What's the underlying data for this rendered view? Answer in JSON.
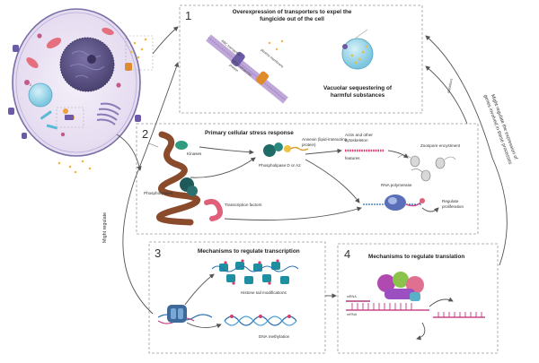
{
  "panels": {
    "p1": {
      "number": "1",
      "title_line1": "Overexpression of transporters to expel the",
      "title_line2": "fungicide out of the cell",
      "abc_transporter": "ABC transporter",
      "mfs_transporter_line1": "MFS transporter",
      "mfs_transporter_line2": "protein",
      "plasma_membrane": "plasma membrane",
      "vacuole_title_line1": "Vacuolar sequestering of",
      "vacuole_title_line2": "harmful substances"
    },
    "p2": {
      "number": "2",
      "title": "Primary cellular stress response",
      "kinases": "Kinases",
      "phospholipases": "Phospholipases",
      "transcription_factors": "Transcription factors",
      "annexin_line1": "Annexin (lipid-interacting",
      "annexin_line2": "protein)",
      "phospholipase_d": "Phospholipase D or A2",
      "actin_line1": "Actin and other",
      "actin_line2": "cytoskeleton",
      "actin_line3": "features",
      "zoospore": "Zoospore encystment",
      "rna_polymerase": "RNA polymerase",
      "regulate_line1": "Regulate",
      "regulate_line2": "proliferation"
    },
    "p3": {
      "number": "3",
      "title": "Mechanisms to regulate transcription",
      "histone": "Histone tail modifications",
      "dna_methylation": "DNA methylation"
    },
    "p4": {
      "number": "4",
      "title": "Mechanisms to regulate translation",
      "sirna": "siRNA",
      "mrna": "mRNA"
    }
  },
  "side_labels": {
    "might_regulate": "Might regulate",
    "mutations": "mutations",
    "right_line1": "Might regulate the expression of",
    "right_line2": "genes involved in these processes"
  },
  "colors": {
    "cell_fill": "#ece6f3",
    "cell_border": "#7a6fa6",
    "nucleus": "#5a527f",
    "transporter_orange": "#e08a2e",
    "vacuole_blue": "#8fd0e6",
    "kinase_green": "#2f9c7f",
    "brown_protein": "#8a4b2c",
    "pink_protein": "#e0607a",
    "dark_teal": "#1f5a5a",
    "histone_teal": "#1e8fa0",
    "histone_pink": "#d83c6e",
    "dna_blue": "#2a6fb0",
    "rna_pink": "#c8488a",
    "ribosome_purple": "#b04ab0",
    "ribosome_green": "#8bc34a"
  }
}
